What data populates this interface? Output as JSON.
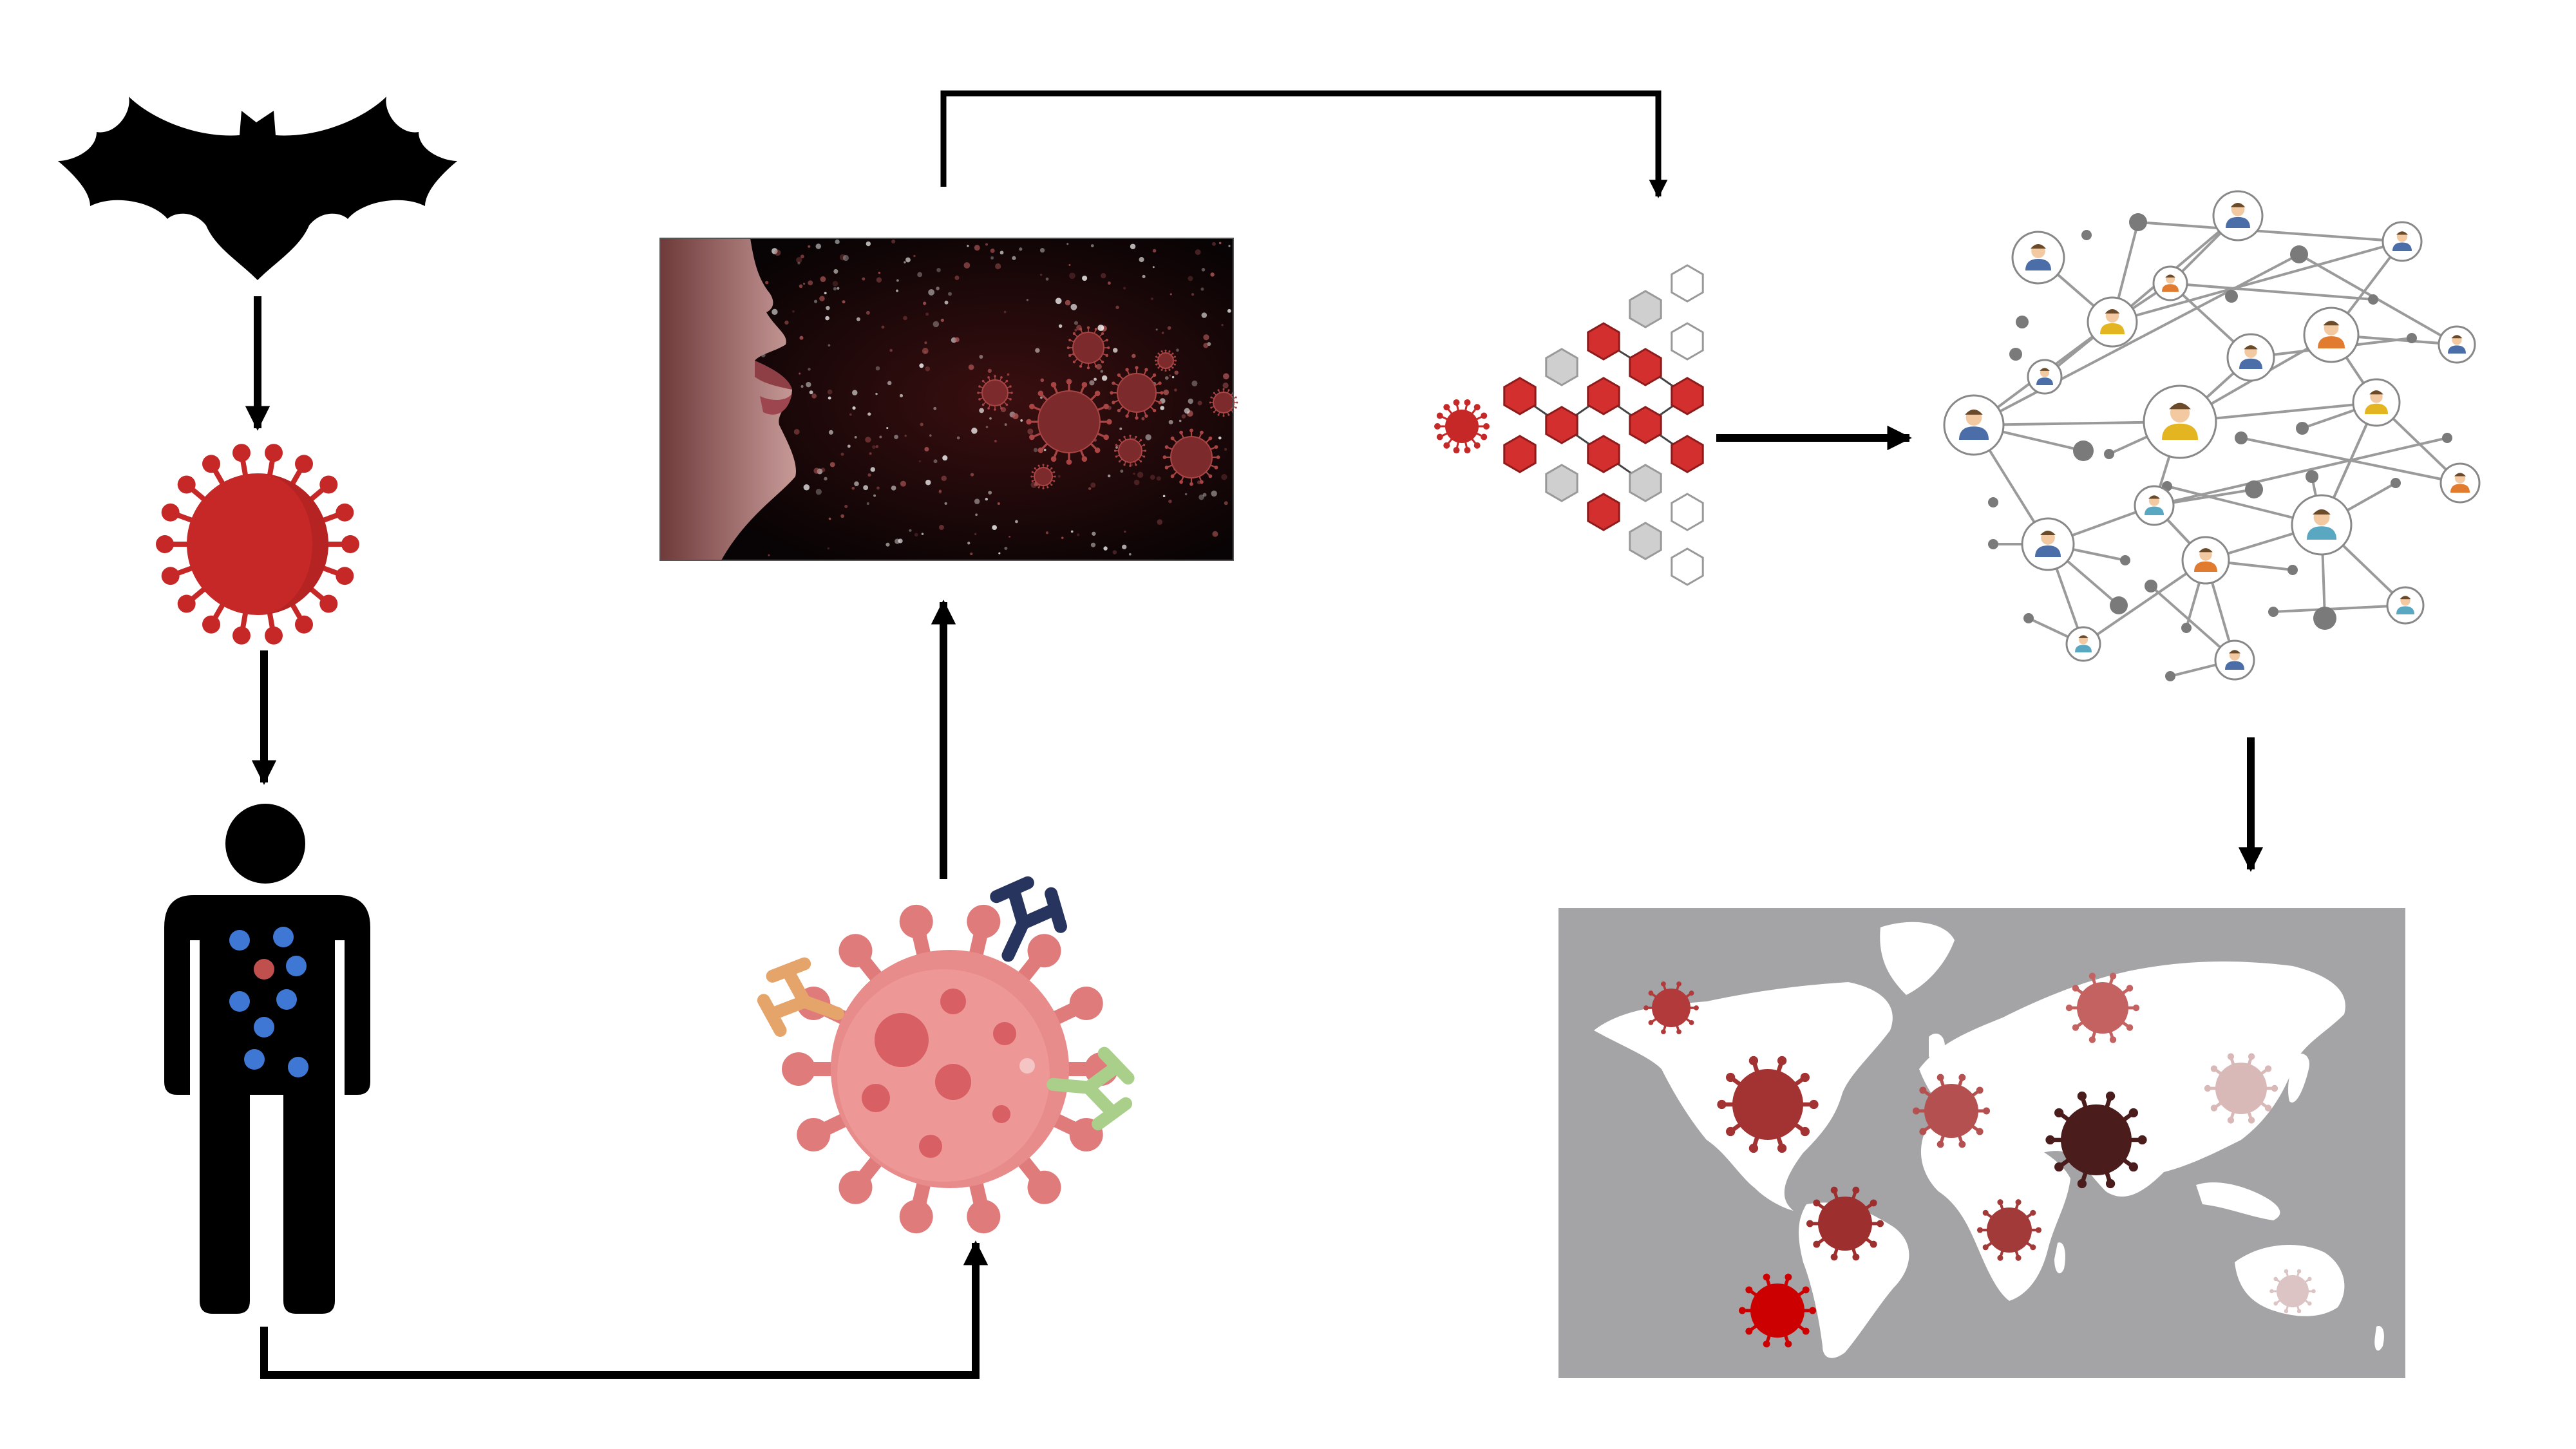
{
  "colors": {
    "background": "#ffffff",
    "arrow": "#000000",
    "virus_red": "#c62828",
    "virus_pink": "#e57f7f",
    "blood_blue": "#3f78d4",
    "map_gray": "#a4a4a7",
    "land": "#ffffff",
    "hex_red": "#d32f2f",
    "hex_gray": "#cfcfcf",
    "network_node": "#7a7a7a"
  },
  "icons": [
    "bat-icon",
    "coronavirus-icon",
    "infected-human-icon",
    "antibody-virus-icon",
    "aerosol-exhale-image",
    "cell-infection-hexagon-icon",
    "social-network-icon",
    "world-map-pandemic-icon"
  ],
  "map_hotspots": [
    {
      "region": "alaska",
      "color": "#b23a3a"
    },
    {
      "region": "north-america",
      "color": "#a33232"
    },
    {
      "region": "south-america",
      "color": "#9e2f2f"
    },
    {
      "region": "argentina",
      "color": "#cc0000"
    },
    {
      "region": "europe",
      "color": "#b55050"
    },
    {
      "region": "russia",
      "color": "#c46262"
    },
    {
      "region": "india",
      "color": "#4a1c1c"
    },
    {
      "region": "east-asia",
      "color": "#d9b8b8"
    },
    {
      "region": "africa",
      "color": "#a33a3a"
    },
    {
      "region": "australia",
      "color": "#dcc4c4"
    }
  ]
}
